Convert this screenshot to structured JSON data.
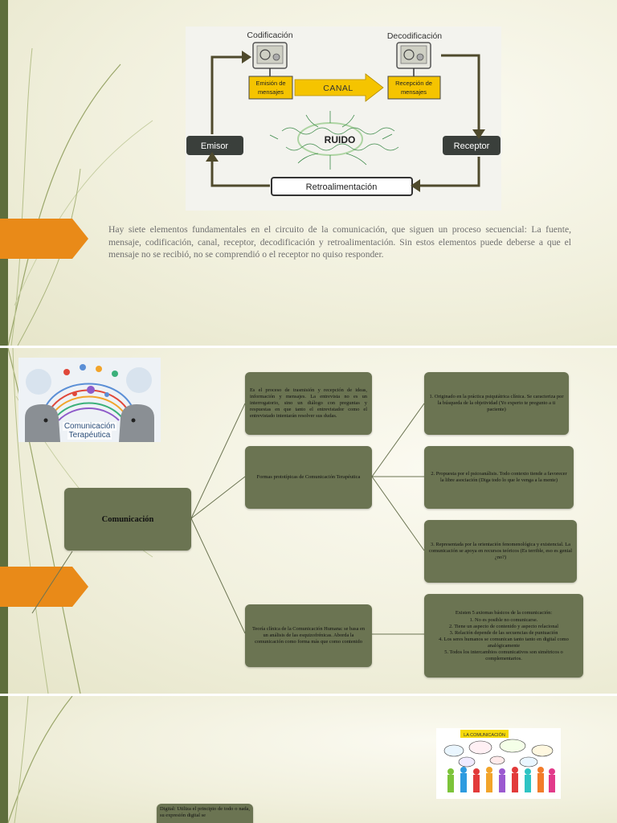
{
  "slide1": {
    "diagram": {
      "encoding_label": "Codificación",
      "decoding_label": "Decodificación",
      "emission_label_1": "Emisión de",
      "emission_label_2": "mensajes",
      "channel_label": "CANAL",
      "reception_label_1": "Recepción de",
      "reception_label_2": "mensajes",
      "noise_label": "RUIDO",
      "sender_label": "Emisor",
      "receiver_label": "Receptor",
      "feedback_label": "Retroalimentación"
    },
    "paragraph": "Hay siete elementos fundamentales en el circuito de la comunicación, que siguen un proceso secuencial: La fuente, mensaje, codificación, canal, receptor, decodificación y retroalimentación. Sin estos elementos  puede deberse a que el mensaje no se recibió, no se comprendió o el receptor no quiso responder."
  },
  "slide2": {
    "thumbnail_caption_1": "Comunicación",
    "thumbnail_caption_2": "Terapéutica",
    "root": "Comunicación",
    "definition": "Es el proceso de trasmisión y recepción de ideas, información y mensajes. La entrevista no es un interrogatorio, sino un diálogo con preguntas y respuestas en que tanto el entrevistador como el entrevistado intentarán resolver sus dudas.",
    "forms_title": "Formas prototípicas de Comunicación Terapéutica",
    "theory": "Teoría clínica de la Comunicación Humana: se basa en un análisis de las esquizofrénicas. Aborda la comunicación como forma más que como contenido",
    "form_1": "1. Originado en la práctica psiquiátrica clínica. Se caracteriza por la búsqueda de la objetividad (Yo experto te pregunto a ti paciente)",
    "form_2": "2. Propuesta por el psicoanálisis. Todo contexto tiende a favorecer la libre asociación (Diga todo lo que le venga a la mente)",
    "form_3": "3. Representada por la orientación fenomenológica y existencial. La comunicación se apoya en recursos teóricos (Es terrible, eso es genial ¿no?)",
    "axioms_title": "Existen 5 axiomas básicos de la comunicación:",
    "axioms": [
      "1. No es posible no comunicarse.",
      "2. Tiene un aspecto de contenido y aspecto relacional",
      "3. Relación depende de las secuencias de puntuación",
      "4. Los seres humanos se comunican tanto tanto en digital como analógicamente",
      "5. Todos los intercambios comunicativos son simétricos o complementarios."
    ]
  },
  "slide3": {
    "image_heading": "LA COMUNICACIÓN",
    "digital_text": "Digital: Utiliza el principio de todo o nada, su expresión digital se"
  },
  "colors": {
    "olive_box": "#6b7452",
    "accent_orange": "#e98a18",
    "left_bar": "#5e6e3c"
  }
}
